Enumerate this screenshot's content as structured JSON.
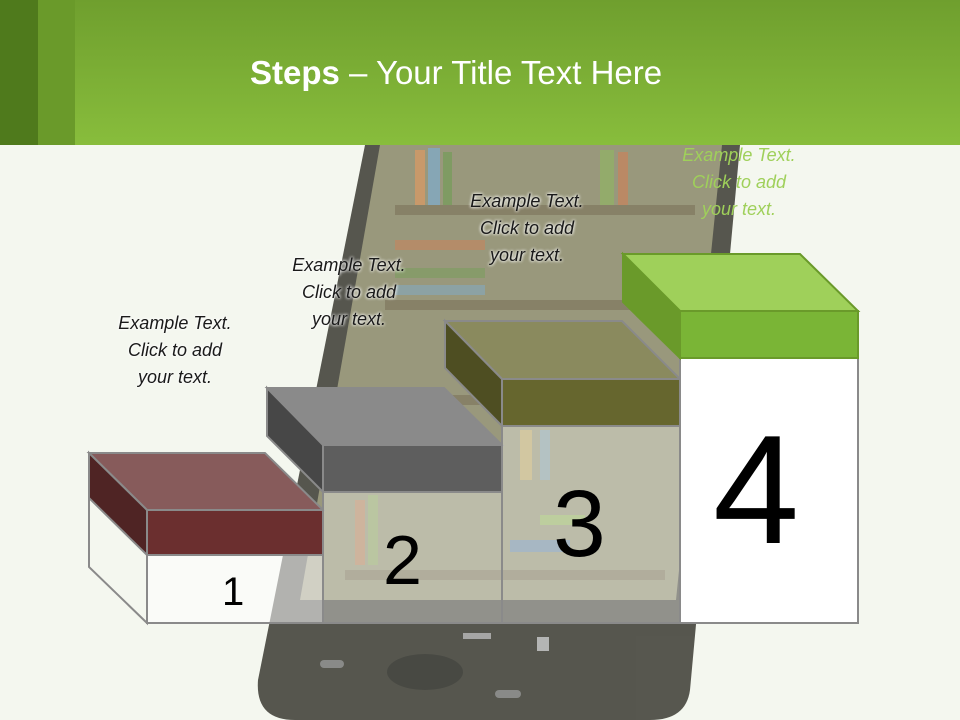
{
  "slide": {
    "title_bold": "Steps",
    "title_rest": " – Your Title Text Here"
  },
  "steps": [
    {
      "number": "1",
      "line1": "Example Text.",
      "line2": "Click  to add",
      "line3": "your text.",
      "color": "#6b2f2f"
    },
    {
      "number": "2",
      "line1": "Example Text.",
      "line2": "Click  to add",
      "line3": "your text.",
      "color": "#5e5e5e"
    },
    {
      "number": "3",
      "line1": "Example Text.",
      "line2": "Click  to add",
      "line3": "your text.",
      "color": "#66662e"
    },
    {
      "number": "4",
      "line1": "Example Text.",
      "line2": "Click  to add",
      "line3": "your text.",
      "color": "#7ab536"
    }
  ],
  "theme": {
    "accent": "#88bd3c",
    "header_dark": "#4f7a1c"
  }
}
